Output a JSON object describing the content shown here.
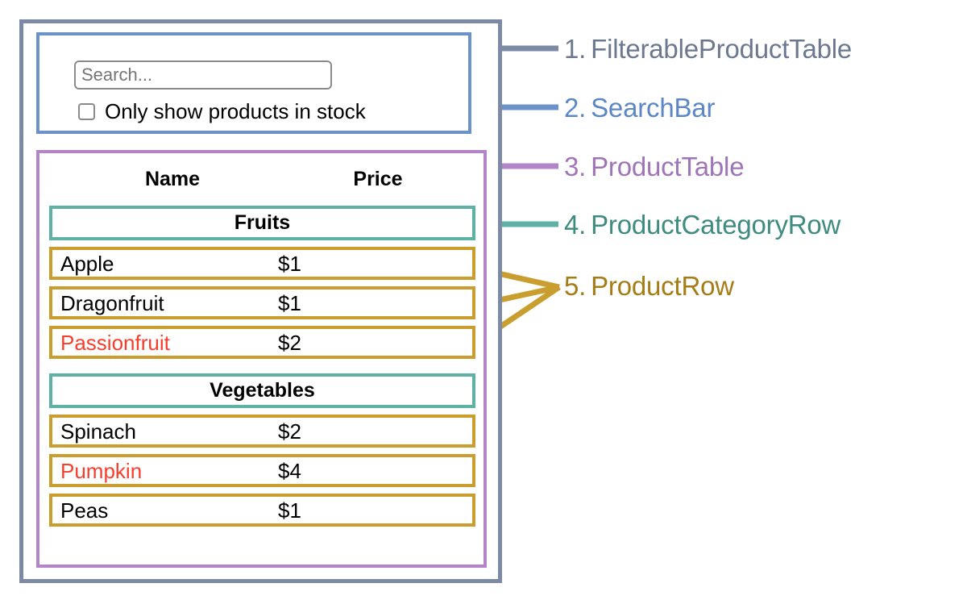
{
  "diagram": {
    "title": "React component hierarchy diagram: FilterableProductTable",
    "type": "annotated-ui-component-hierarchy"
  },
  "mock_ui": {
    "search_bar": {
      "search_input": {
        "value": "",
        "placeholder": "Search..."
      },
      "stock_filter": {
        "checked": false,
        "label": "Only show products in stock"
      }
    },
    "product_table": {
      "columns": [
        "Name",
        "Price"
      ],
      "groups": [
        {
          "category": "Fruits",
          "products": [
            {
              "name": "Apple",
              "price": "$1",
              "stocked": true
            },
            {
              "name": "Dragonfruit",
              "price": "$1",
              "stocked": true
            },
            {
              "name": "Passionfruit",
              "price": "$2",
              "stocked": false
            }
          ]
        },
        {
          "category": "Vegetables",
          "products": [
            {
              "name": "Spinach",
              "price": "$2",
              "stocked": true
            },
            {
              "name": "Pumpkin",
              "price": "$4",
              "stocked": false
            },
            {
              "name": "Peas",
              "price": "$1",
              "stocked": true
            }
          ]
        }
      ]
    }
  },
  "legend": [
    {
      "num": "1.",
      "label": "FilterableProductTable",
      "color": "#6c788f"
    },
    {
      "num": "2.",
      "label": "SearchBar",
      "color": "#5b87c5"
    },
    {
      "num": "3.",
      "label": "ProductTable",
      "color": "#9f74b8"
    },
    {
      "num": "4.",
      "label": "ProductCategoryRow",
      "color": "#3e8b80"
    },
    {
      "num": "5.",
      "label": "ProductRow",
      "color": "#a57c16"
    }
  ],
  "colors": {
    "filterable_product_table_border": "#7d8aa5",
    "search_bar_border": "#6b92c9",
    "product_table_border": "#b185c8",
    "product_category_row_border": "#5fb0a5",
    "product_row_border": "#c99d2e",
    "out_of_stock_text": "#f83d2b",
    "input_border": "#8a8a8a",
    "placeholder_text": "#6e6e6e",
    "background": "#ffffff"
  }
}
